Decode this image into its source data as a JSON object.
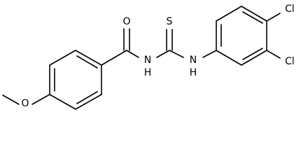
{
  "structure": {
    "atoms": {
      "carbonyl_oxygen": "O",
      "amide_nitrogen": "N",
      "amide_hydrogen": "H",
      "thio_sulfur": "S",
      "thio_nitrogen": "N",
      "thio_hydrogen": "H",
      "chlorine_top": "Cl",
      "chlorine_bottom": "Cl",
      "methoxy_oxygen": "O"
    }
  }
}
